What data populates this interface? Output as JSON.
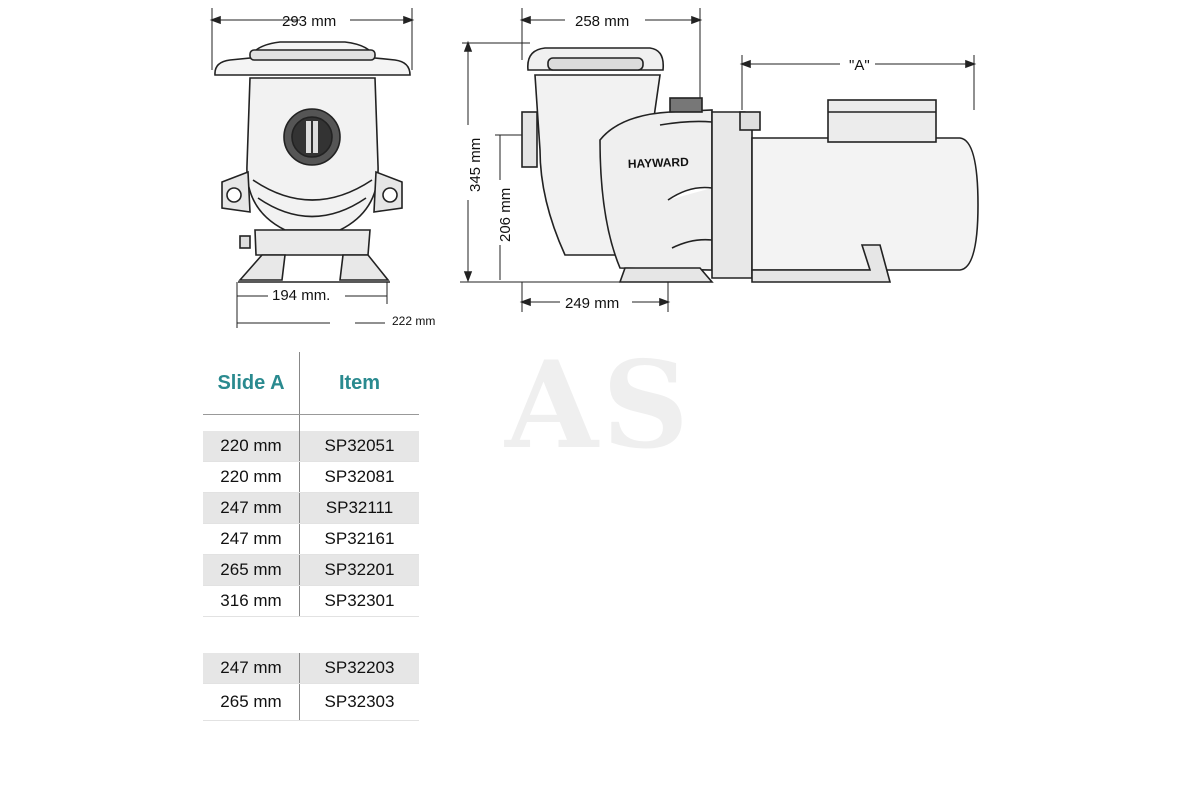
{
  "dimensions": {
    "front_width": "293 mm",
    "side_width": "258 mm",
    "motor_length": "\"A\"",
    "total_height": "345 mm",
    "inlet_height": "206 mm",
    "base_inner": "194 mm.",
    "base_outer": "222 mm",
    "base_length": "249 mm"
  },
  "brand_label": "HAYWARD",
  "watermark": "AS",
  "table": {
    "headers": [
      "Slide A",
      "Item"
    ],
    "groups": [
      [
        {
          "slide": "220 mm",
          "item": "SP32051"
        },
        {
          "slide": "220 mm",
          "item": "SP32081"
        },
        {
          "slide": "247 mm",
          "item": "SP32111"
        },
        {
          "slide": "247 mm",
          "item": "SP32161"
        },
        {
          "slide": "265 mm",
          "item": "SP32201"
        },
        {
          "slide": "316 mm",
          "item": "SP32301"
        }
      ],
      [
        {
          "slide": "247 mm",
          "item": "SP32203"
        },
        {
          "slide": "265 mm",
          "item": "SP32303"
        }
      ]
    ]
  },
  "colors": {
    "header_text": "#2a8a8f",
    "row_shade": "#e6e6e6",
    "line": "#222222"
  }
}
